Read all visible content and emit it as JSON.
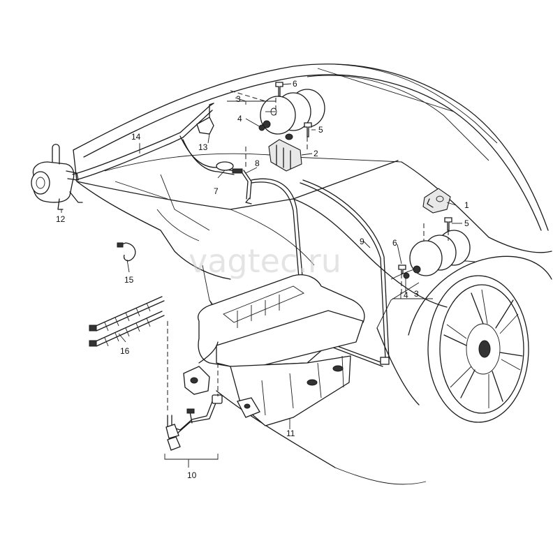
{
  "watermark": "vagtec.ru",
  "callouts": [
    {
      "id": "c1",
      "text": "1"
    },
    {
      "id": "c2",
      "text": "2"
    },
    {
      "id": "c3a",
      "text": "3"
    },
    {
      "id": "c3b",
      "text": "3"
    },
    {
      "id": "c4a",
      "text": "4"
    },
    {
      "id": "c4b",
      "text": "4"
    },
    {
      "id": "c5a",
      "text": "5"
    },
    {
      "id": "c5b",
      "text": "5"
    },
    {
      "id": "c6a",
      "text": "6"
    },
    {
      "id": "c6b",
      "text": "6"
    },
    {
      "id": "c7",
      "text": "7"
    },
    {
      "id": "c8",
      "text": "8"
    },
    {
      "id": "c9",
      "text": "9"
    },
    {
      "id": "c10",
      "text": "10"
    },
    {
      "id": "c11",
      "text": "11"
    },
    {
      "id": "c12",
      "text": "12"
    },
    {
      "id": "c13",
      "text": "13"
    },
    {
      "id": "c14",
      "text": "14"
    },
    {
      "id": "c15",
      "text": "15"
    },
    {
      "id": "c16",
      "text": "16"
    }
  ]
}
